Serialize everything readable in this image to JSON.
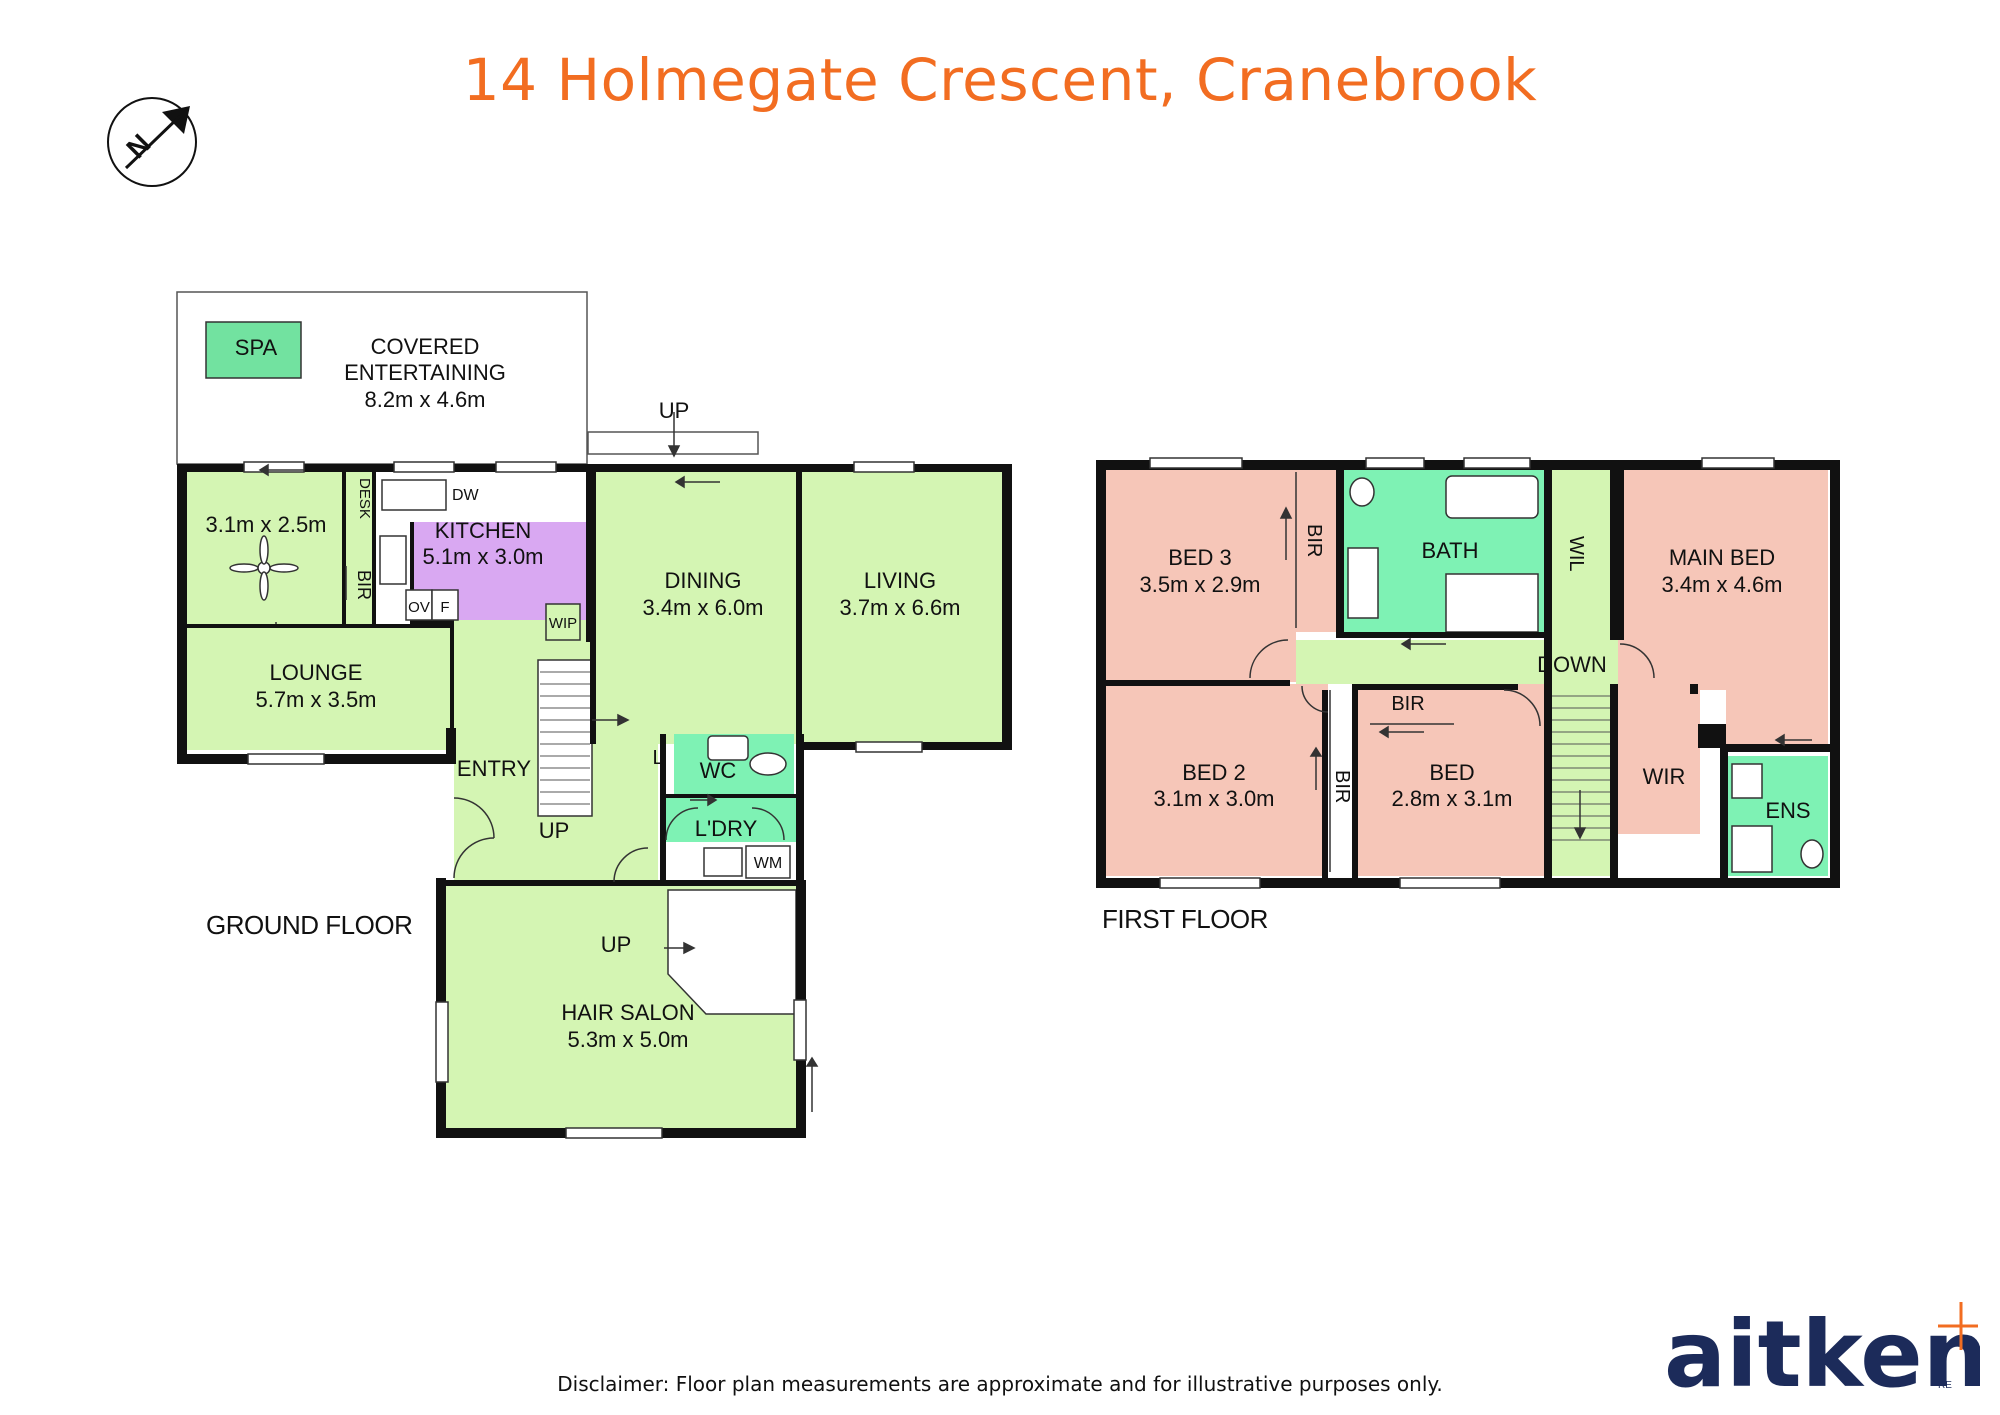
{
  "title": "14 Holmegate Crescent, Cranebrook",
  "disclaimer": "Disclaimer: Floor plan measurements are approximate and for illustrative purposes only.",
  "floors": {
    "ground": "GROUND FLOOR",
    "first": "FIRST FLOOR"
  },
  "compass": {
    "label": "N",
    "icon": "north-arrow-icon"
  },
  "brand": {
    "name": "aitken",
    "suffix": "RE",
    "accent": "#f26d21",
    "color": "#1c2b5a"
  },
  "colors": {
    "living": "#d4f5b3",
    "kitchen": "#d9a8f2",
    "bedroom": "#f6c6b8",
    "wet": "#7ef2b4",
    "spa": "#72e2a0",
    "wall": "#111111",
    "title": "#f26d21"
  },
  "rooms": {
    "spa": "SPA",
    "covered_a": "COVERED",
    "covered_b": "ENTERTAINING",
    "covered_dim": "8.2m x 4.6m",
    "up_ext": "UP",
    "room1_dim": "3.1m x 2.5m",
    "desk": "DESK",
    "bir": "BIR",
    "kitchen": "KITCHEN",
    "kitchen_dim": "5.1m x 3.0m",
    "dw": "DW",
    "ov": "OV",
    "f": "F",
    "wip": "WIP",
    "dining": "DINING",
    "dining_dim": "3.4m x 6.0m",
    "living": "LIVING",
    "living_dim": "3.7m x 6.6m",
    "lounge": "LOUNGE",
    "lounge_dim": "5.7m x 3.5m",
    "entry": "ENTRY",
    "up": "UP",
    "l": "L",
    "wc": "WC",
    "laundry": "L'DRY",
    "wm": "WM",
    "salon_up": "UP",
    "salon": "HAIR SALON",
    "salon_dim": "5.3m x 5.0m",
    "bed3": "BED 3",
    "bed3_dim": "3.5m x 2.9m",
    "bath": "BATH",
    "wil": "WIL",
    "main": "MAIN BED",
    "main_dim": "3.4m x 4.6m",
    "down": "DOWN",
    "bed2": "BED 2",
    "bed2_dim": "3.1m x 3.0m",
    "bed": "BED",
    "bed_dim": "2.8m x 3.1m",
    "wir": "WIR",
    "ens": "ENS"
  }
}
